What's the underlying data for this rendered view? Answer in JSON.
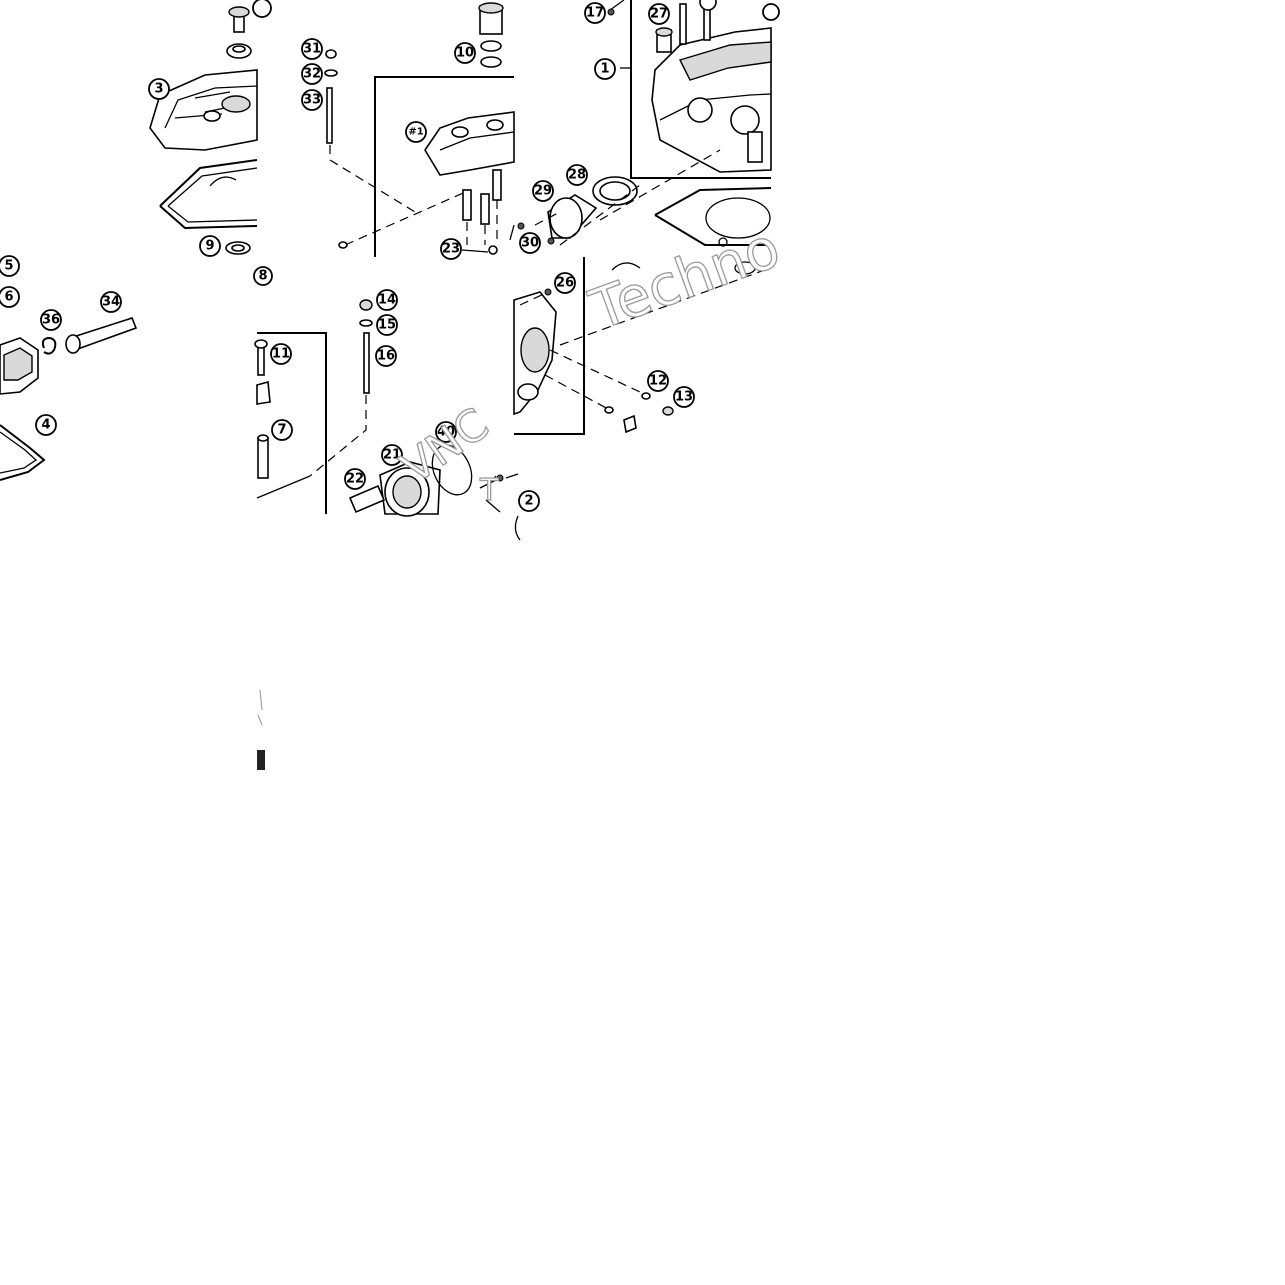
{
  "callouts": {
    "c1": "1",
    "c2": "2",
    "c3": "3",
    "c4": "4",
    "c5": "5",
    "c6": "6",
    "c7": "7",
    "c8": "8",
    "c9": "9",
    "c10": "10",
    "c11": "11",
    "c12": "12",
    "c13": "13",
    "c14": "14",
    "c15": "15",
    "c16": "16",
    "c17": "17",
    "c21": "21",
    "c22": "22",
    "c23": "23",
    "c26": "26",
    "c27": "27",
    "c28": "28",
    "c29": "29",
    "c30": "30",
    "c31": "31",
    "c32": "32",
    "c33": "33",
    "c34": "34",
    "c36": "36",
    "c40": "40",
    "c_h1": "#1"
  },
  "watermarks": {
    "w1": "Techno",
    "w2": "VNC",
    "w3": "T"
  },
  "colors": {
    "ink": "#000000",
    "watermark_outline": "#9a9a9a",
    "background": "#ffffff"
  }
}
